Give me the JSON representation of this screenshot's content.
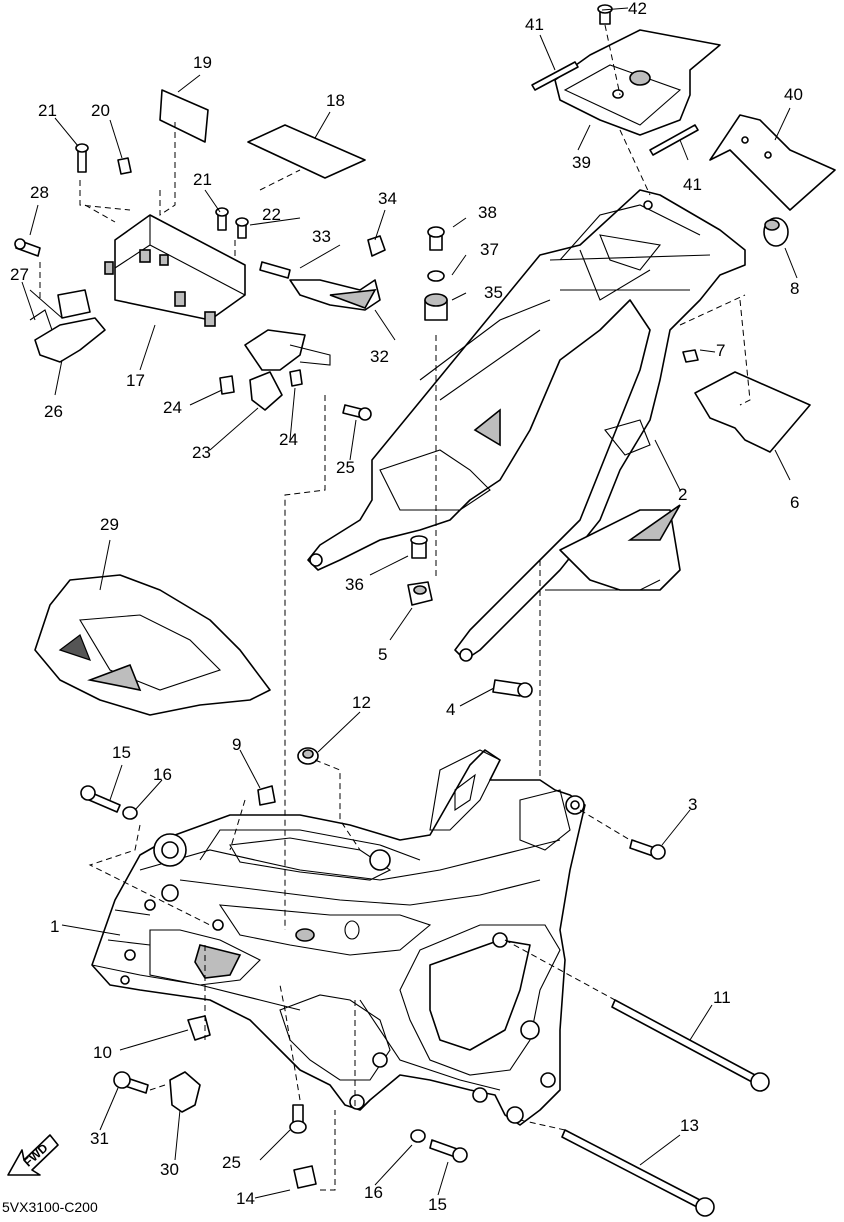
{
  "diagram": {
    "code": "5VX3100-C200",
    "fwd_label": "FWD",
    "callouts": [
      {
        "id": "c1",
        "label": "1"
      },
      {
        "id": "c2",
        "label": "2"
      },
      {
        "id": "c3",
        "label": "3"
      },
      {
        "id": "c4",
        "label": "4"
      },
      {
        "id": "c5",
        "label": "5"
      },
      {
        "id": "c6",
        "label": "6"
      },
      {
        "id": "c7",
        "label": "7"
      },
      {
        "id": "c8",
        "label": "8"
      },
      {
        "id": "c9",
        "label": "9"
      },
      {
        "id": "c10",
        "label": "10"
      },
      {
        "id": "c11",
        "label": "11"
      },
      {
        "id": "c12",
        "label": "12"
      },
      {
        "id": "c13",
        "label": "13"
      },
      {
        "id": "c14",
        "label": "14"
      },
      {
        "id": "c15a",
        "label": "15"
      },
      {
        "id": "c15b",
        "label": "15"
      },
      {
        "id": "c16a",
        "label": "16"
      },
      {
        "id": "c16b",
        "label": "16"
      },
      {
        "id": "c17",
        "label": "17"
      },
      {
        "id": "c18",
        "label": "18"
      },
      {
        "id": "c19",
        "label": "19"
      },
      {
        "id": "c20",
        "label": "20"
      },
      {
        "id": "c21a",
        "label": "21"
      },
      {
        "id": "c21b",
        "label": "21"
      },
      {
        "id": "c22",
        "label": "22"
      },
      {
        "id": "c23",
        "label": "23"
      },
      {
        "id": "c24a",
        "label": "24"
      },
      {
        "id": "c24b",
        "label": "24"
      },
      {
        "id": "c25a",
        "label": "25"
      },
      {
        "id": "c25b",
        "label": "25"
      },
      {
        "id": "c26",
        "label": "26"
      },
      {
        "id": "c27",
        "label": "27"
      },
      {
        "id": "c28",
        "label": "28"
      },
      {
        "id": "c29",
        "label": "29"
      },
      {
        "id": "c30",
        "label": "30"
      },
      {
        "id": "c31",
        "label": "31"
      },
      {
        "id": "c32",
        "label": "32"
      },
      {
        "id": "c33",
        "label": "33"
      },
      {
        "id": "c34",
        "label": "34"
      },
      {
        "id": "c35",
        "label": "35"
      },
      {
        "id": "c36",
        "label": "36"
      },
      {
        "id": "c37",
        "label": "37"
      },
      {
        "id": "c38",
        "label": "38"
      },
      {
        "id": "c39",
        "label": "39"
      },
      {
        "id": "c40",
        "label": "40"
      },
      {
        "id": "c41a",
        "label": "41"
      },
      {
        "id": "c41b",
        "label": "41"
      },
      {
        "id": "c42",
        "label": "42"
      }
    ]
  }
}
